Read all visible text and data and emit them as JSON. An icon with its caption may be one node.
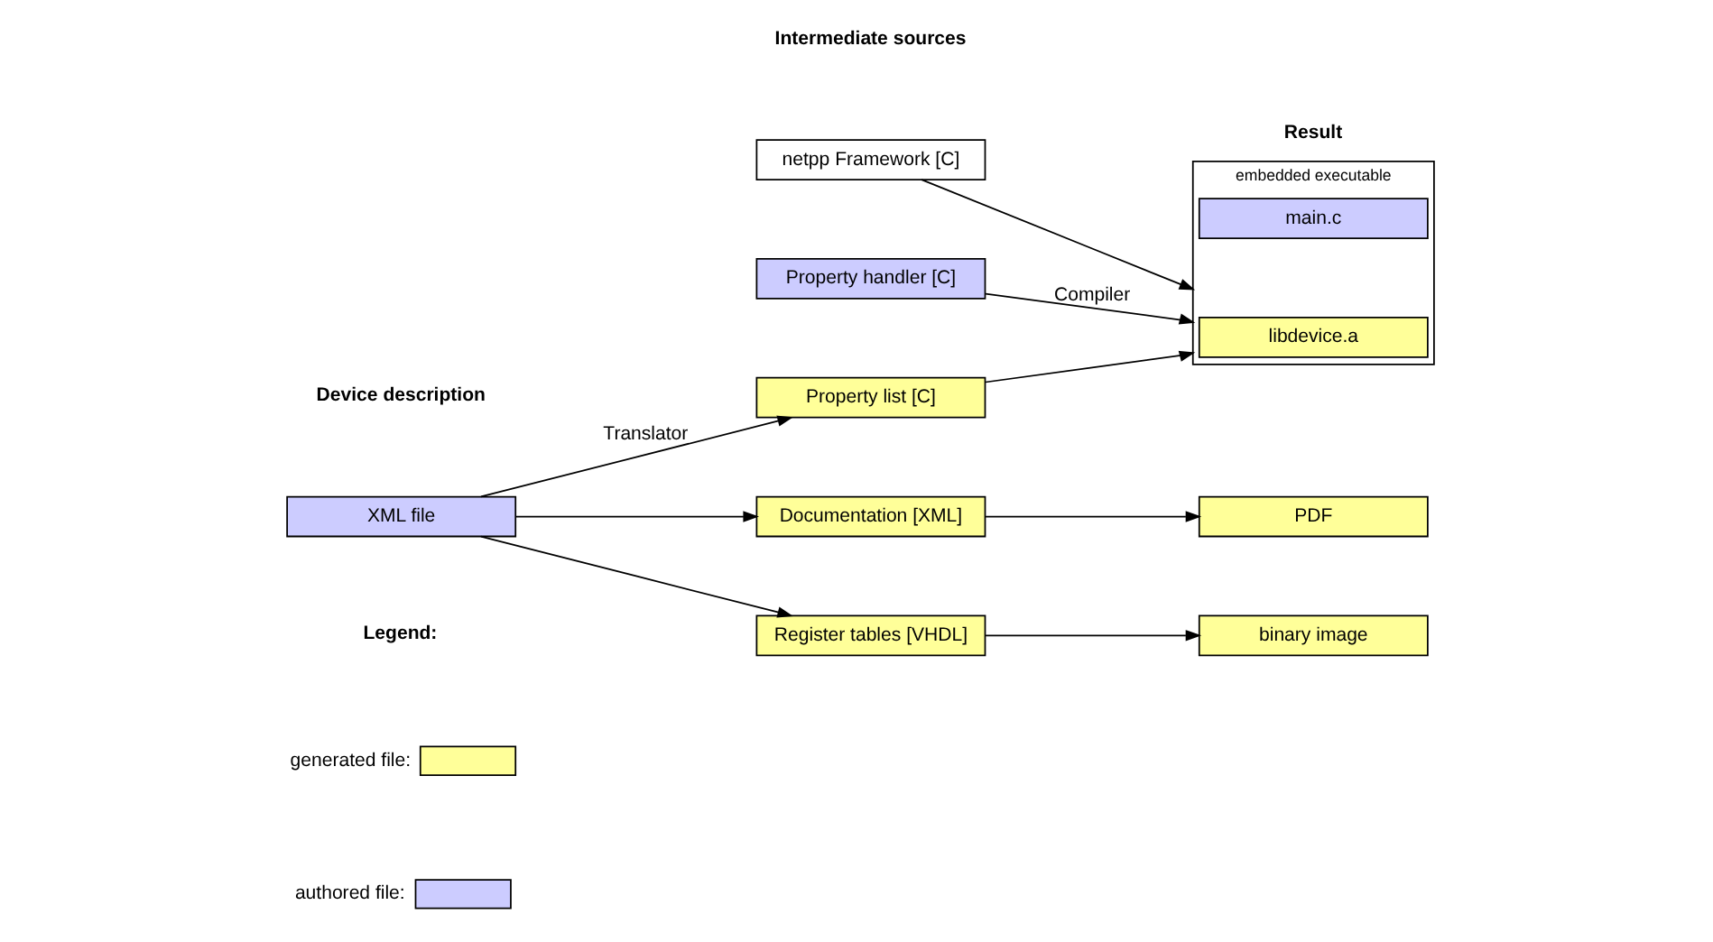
{
  "diagram": {
    "nodes": [
      {
        "text": [
          "XML file"
        ]
      },
      {
        "text": [
          "netpp Framework [C]"
        ]
      },
      {
        "text": [
          "Property handler [C]"
        ]
      },
      {
        "text": [
          "Property list [C]"
        ]
      },
      {
        "text": [
          "Documentation [XML]"
        ]
      },
      {
        "text": [
          "Register tables [VHDL]"
        ]
      },
      {
        "text": [
          "embedded executable"
        ]
      },
      {
        "text": [
          "libdevice.a"
        ],
        "in": 6
      },
      {
        "text": [
          "main.c"
        ],
        "in": 6
      },
      {
        "text": [
          "PDF"
        ]
      },
      {
        "text": [
          "binary image"
        ]
      }
    ],
    "edges": [
      {
        "from": 0,
        "to": 3,
        "arrow": "to",
        "label": "Translator"
      },
      {
        "from": 0,
        "to": 4,
        "arrow": "to"
      },
      {
        "from": 0,
        "to": 5,
        "arrow": "to"
      },
      {
        "from": 1,
        "to": 6,
        "arrow": "to"
      },
      {
        "from": 2,
        "to": 6,
        "arrow": "to",
        "label": "Compiler"
      },
      {
        "from": 3,
        "to": 6,
        "arrow": "to"
      },
      {
        "from": 4,
        "to": 9,
        "arrow": "to"
      },
      {
        "from": 5,
        "to": 10,
        "arrow": "to"
      }
    ],
    "labels": [
      "Device description",
      "Intermediate sources",
      "Result",
      "Legend:"
    ],
    "legend": [
      {
        "text": "generated file:",
        "color": "#ffff99"
      },
      {
        "text": "authored file:",
        "color": "#ccccff"
      }
    ]
  }
}
